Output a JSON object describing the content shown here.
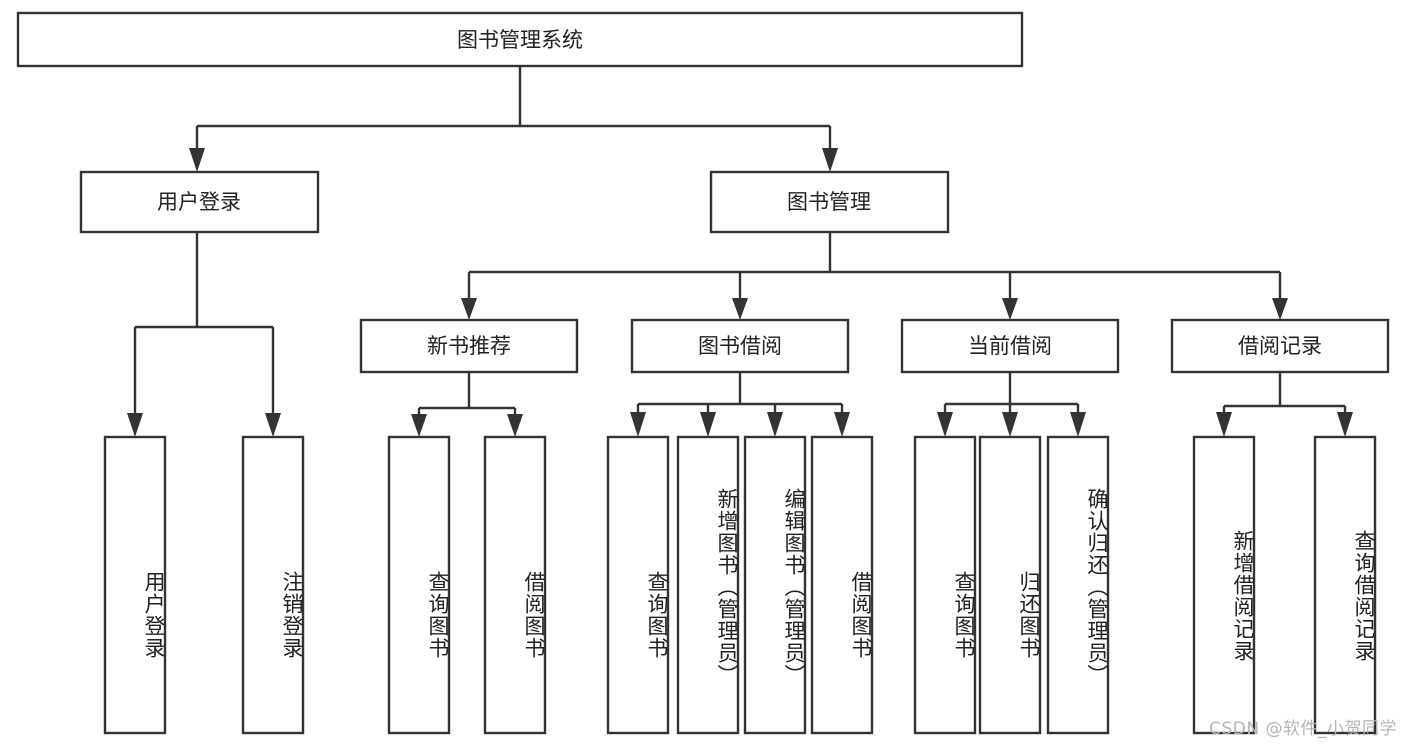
{
  "diagram": {
    "type": "tree-hierarchy",
    "title": "图书管理系统",
    "watermark": "CSDN @软件_小贺同学",
    "colors": {
      "box_stroke": "#333333",
      "box_fill": "#ffffff",
      "connector": "#333333",
      "text": "#222222",
      "background": "#ffffff",
      "watermark": "#b5b5b5"
    },
    "levels": {
      "root": "图书管理系统",
      "level1": [
        "用户登录",
        "图书管理"
      ],
      "level2": [
        "新书推荐",
        "图书借阅",
        "当前借阅",
        "借阅记录"
      ]
    },
    "nodes": {
      "root": {
        "label": "图书管理系统"
      },
      "user_login": {
        "label": "用户登录"
      },
      "book_manage": {
        "label": "图书管理"
      },
      "new_book_rec": {
        "label": "新书推荐"
      },
      "book_borrow": {
        "label": "图书借阅"
      },
      "current_borrow": {
        "label": "当前借阅"
      },
      "borrow_record": {
        "label": "借阅记录"
      }
    },
    "leaves": {
      "user_login": [
        {
          "label": "用户登录"
        },
        {
          "label": "注销登录"
        }
      ],
      "new_book_rec": [
        {
          "label": "查询图书"
        },
        {
          "label": "借阅图书"
        }
      ],
      "book_borrow": [
        {
          "label": "查询图书"
        },
        {
          "label": "新增图书（管理员）"
        },
        {
          "label": "编辑图书（管理员）"
        },
        {
          "label": "借阅图书"
        }
      ],
      "current_borrow": [
        {
          "label": "查询图书"
        },
        {
          "label": "归还图书"
        },
        {
          "label": "确认归还（管理员）"
        }
      ],
      "borrow_record": [
        {
          "label": "新增借阅记录"
        },
        {
          "label": "查询借阅记录"
        }
      ]
    }
  }
}
